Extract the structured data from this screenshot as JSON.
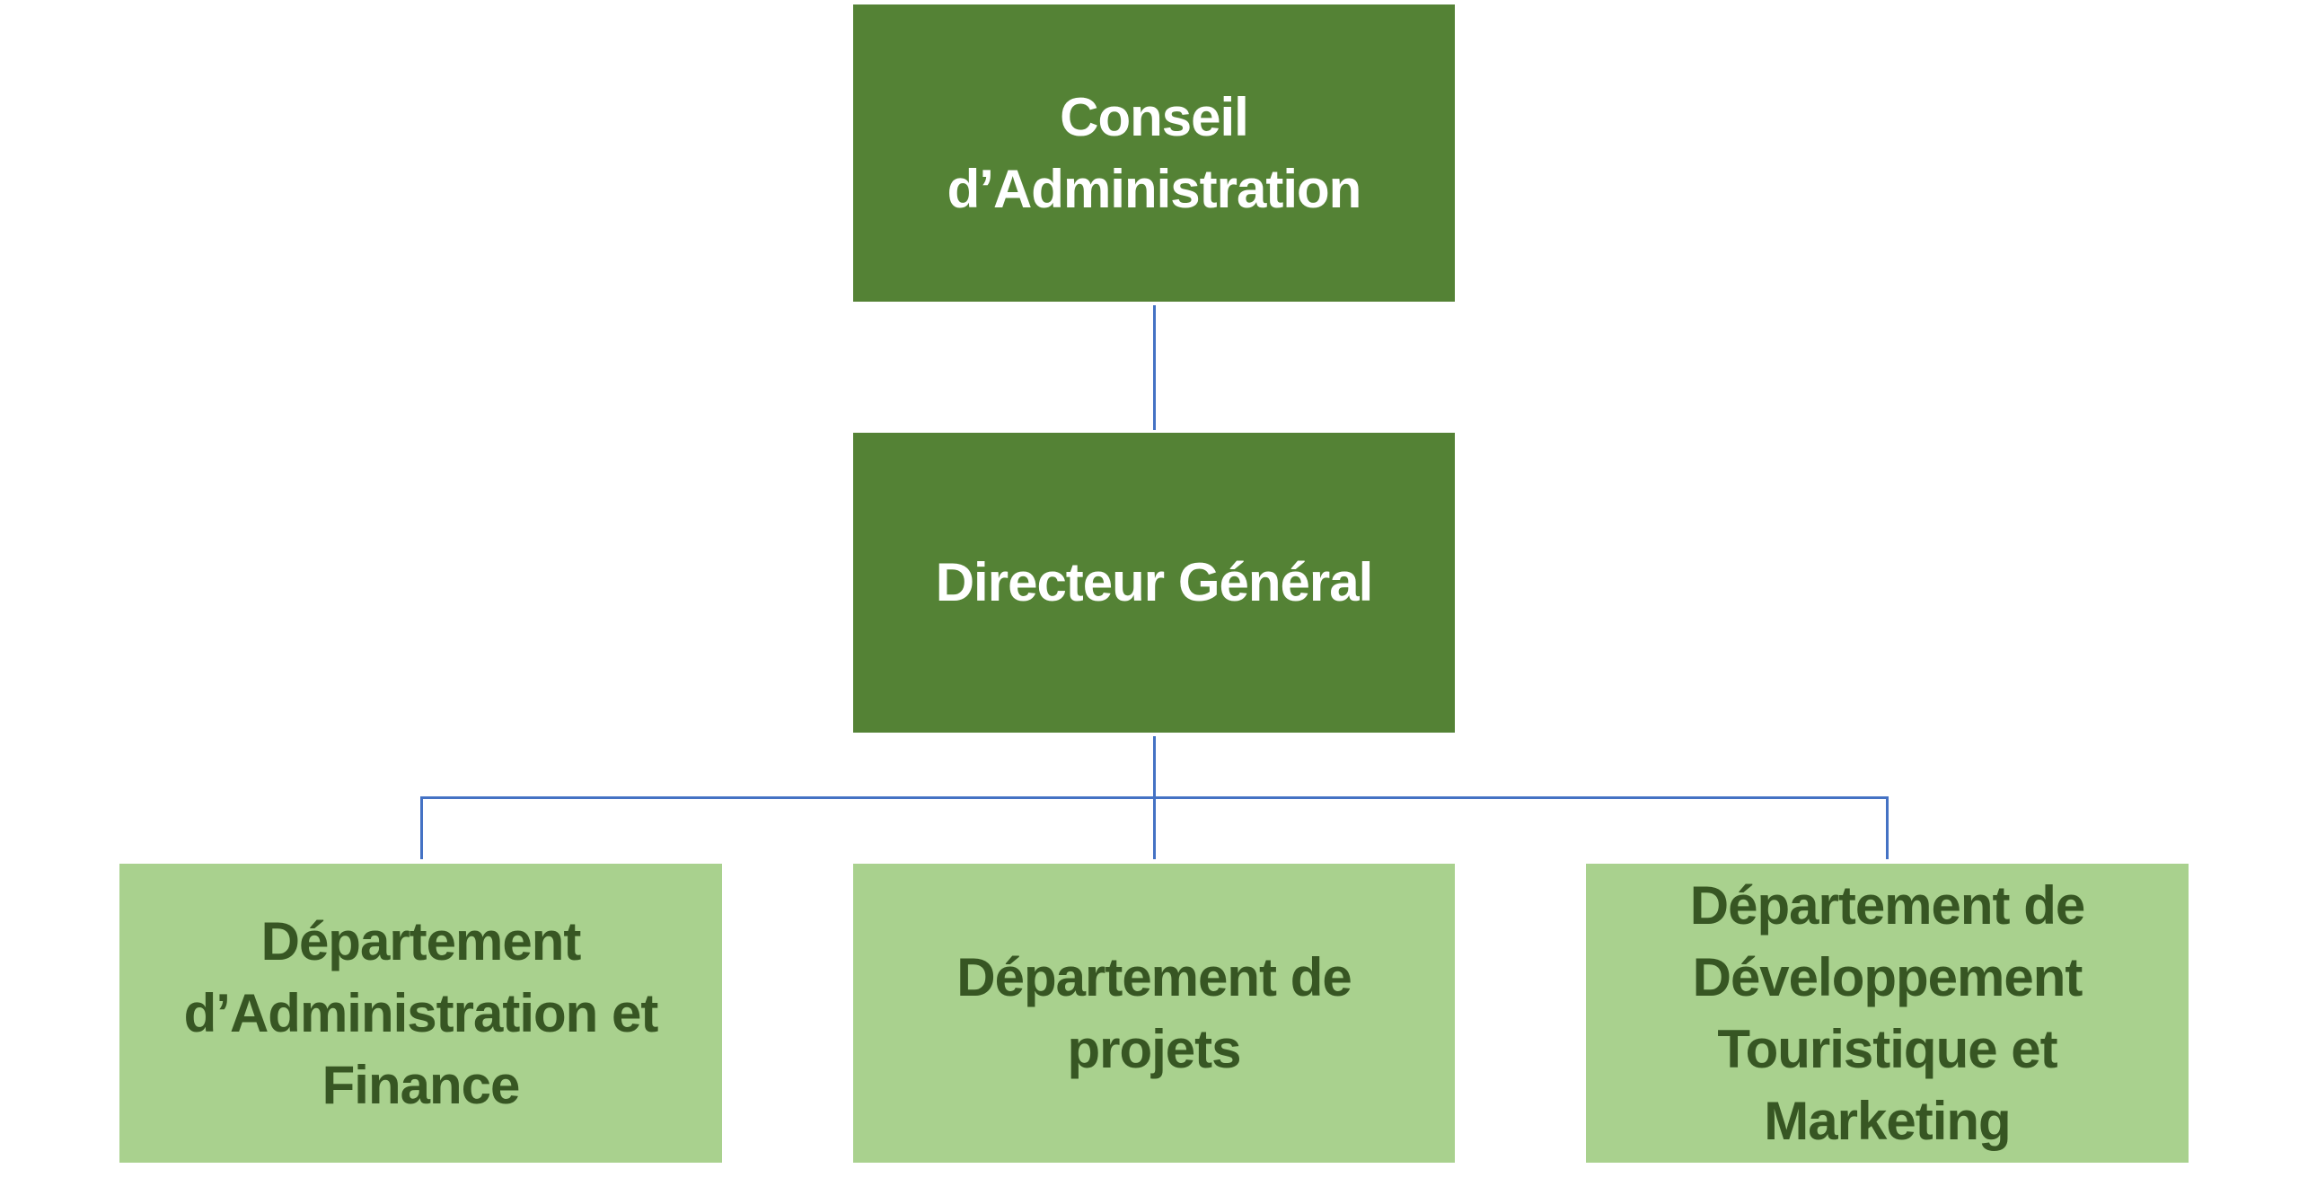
{
  "colors": {
    "top_level": "#548235",
    "department": "#A9D18E",
    "department_text": "#375623",
    "connector": "#4472C4"
  },
  "board": {
    "label": "Conseil d’Administration"
  },
  "director": {
    "label": "Directeur Général"
  },
  "departments": [
    {
      "label": "Département d’Administration et Finance"
    },
    {
      "label": "Département de projets"
    },
    {
      "label": "Département de Développement Touristique et Marketing"
    }
  ]
}
